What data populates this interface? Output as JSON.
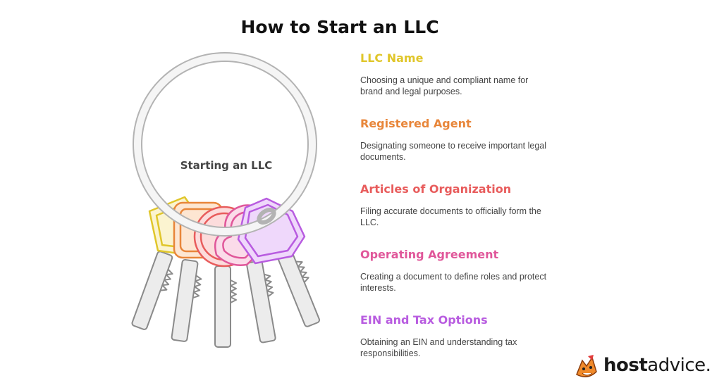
{
  "title": "How to Start an LLC",
  "center_label": "Starting an LLC",
  "steps": [
    {
      "title": "LLC Name",
      "description": "Choosing a unique and compliant name for brand and legal purposes.",
      "color": "#E0C62A"
    },
    {
      "title": "Registered Agent",
      "description": "Designating someone to receive important legal documents.",
      "color": "#E8863A"
    },
    {
      "title": "Articles of Organization",
      "description": "Filing accurate documents to officially form the LLC.",
      "color": "#E85C5C"
    },
    {
      "title": "Operating Agreement",
      "description": "Creating a document to define roles and protect interests.",
      "color": "#E0579A"
    },
    {
      "title": "EIN and Tax Options",
      "description": "Obtaining an EIN and understanding tax responsibilities.",
      "color": "#B85CE0"
    }
  ],
  "logo": {
    "part1": "host",
    "part2": "advice."
  },
  "icons": {
    "keyring": "keyring-icon",
    "logo": "fox-mascot-icon"
  }
}
